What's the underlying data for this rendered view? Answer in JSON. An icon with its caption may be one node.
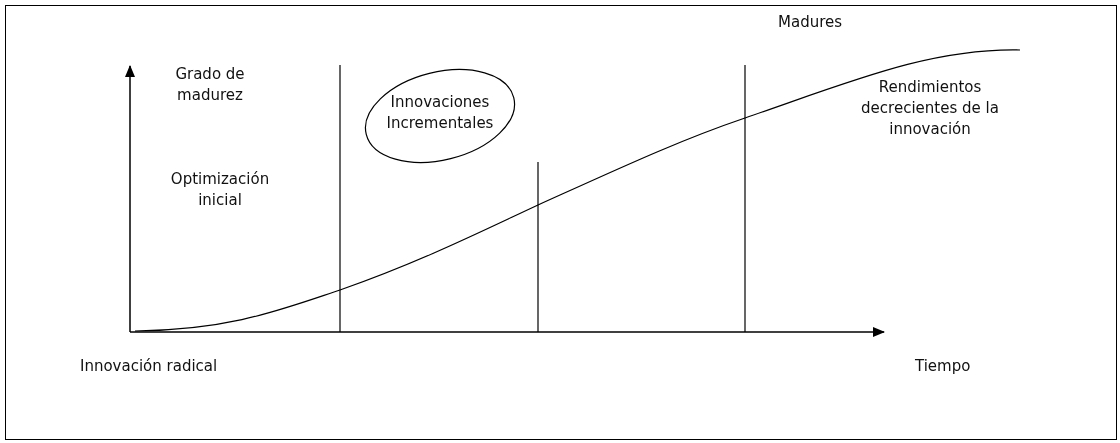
{
  "diagram": {
    "nodes": [
      {
        "text": [
          "Innovaciones Incrementales"
        ]
      }
    ],
    "labels": [
      "Madures",
      "Grado de madurez",
      "Rendimientos decrecientes de la innovación",
      "Optimización inicial",
      "Innovación radical",
      "Tiempo"
    ]
  }
}
